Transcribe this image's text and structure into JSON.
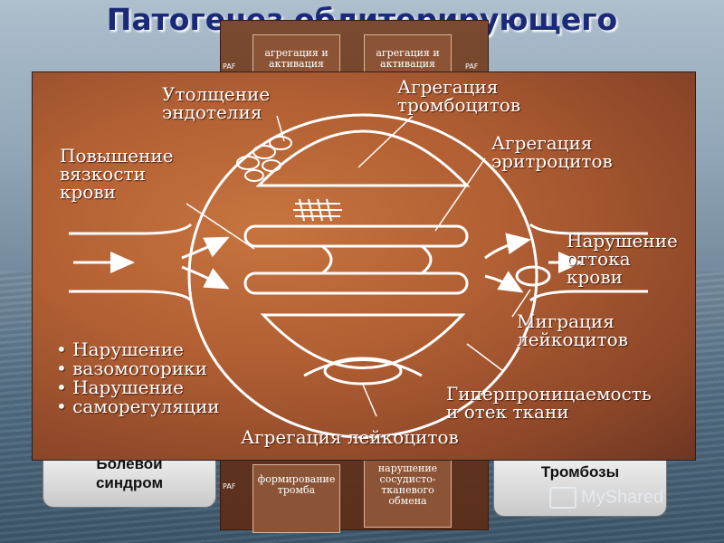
{
  "title": "Патогенез облитерирующего",
  "side_boxes": {
    "pain": [
      "Болевой",
      "синдром"
    ],
    "thrombosis": "Тромбозы"
  },
  "back_schema": {
    "top_left": [
      "агрегация и",
      "активация"
    ],
    "top_right": [
      "агрегация и",
      "активация"
    ],
    "bottom_left": [
      "формирование",
      "тромба"
    ],
    "bottom_right": [
      "нарушение",
      "сосудисто-",
      "тканевого",
      "обмена"
    ],
    "paf": "PAF"
  },
  "labels": {
    "endothelium": [
      "Утолщение",
      "эндотелия"
    ],
    "platelets": [
      "Агрегация",
      "тромбоцитов"
    ],
    "viscosity": [
      "Повышение",
      "вязкости",
      "крови"
    ],
    "erythrocytes": [
      "Агрегация",
      "эритроцитов"
    ],
    "outflow": [
      "Нарушение",
      "оттока",
      "крови"
    ],
    "migration": [
      "Миграция",
      "лейкоцитов"
    ],
    "permeability": [
      "Гиперпроницаемость",
      "и отек ткани"
    ],
    "leukocytes": "Агрегация лейкоцитов"
  },
  "bullets": [
    "Нарушение",
    "вазомоторики",
    "Нарушение",
    "саморегуляции"
  ],
  "logo": "MyShared",
  "colors": {
    "title": "#1b2a78",
    "panel": "#b15f33",
    "lines": "#ffffff"
  }
}
